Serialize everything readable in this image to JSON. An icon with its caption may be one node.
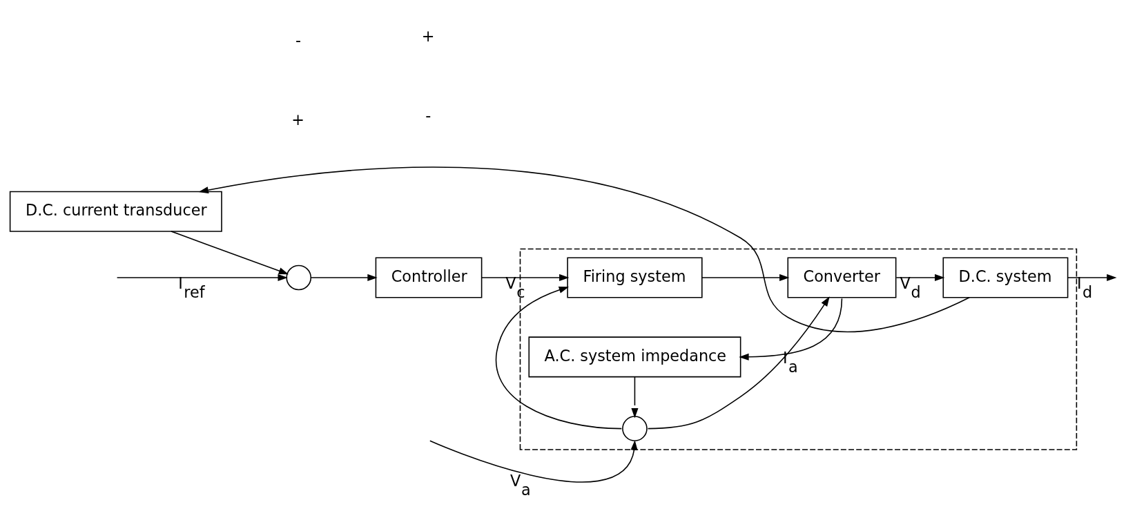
{
  "diagram": {
    "nodes": [
      {
        "text": [],
        "shape": "circle"
      },
      {
        "text": [
          "Controller"
        ]
      },
      {
        "text": [],
        "shape": "box"
      },
      {
        "text": [
          "Firing system"
        ],
        "in": 2
      },
      {
        "text": [
          "Converter"
        ],
        "in": 2
      },
      {
        "text": [
          "A.C. system impedance"
        ],
        "in": 2
      },
      {
        "text": [],
        "shape": "circle",
        "in": 2
      },
      {
        "text": [
          "D.C. system"
        ],
        "in": 2
      },
      {
        "text": [
          "D.C. current transducer"
        ]
      }
    ],
    "edges": [
      {
        "from": null,
        "to": 0,
        "arrow": "to",
        "label": "I$_{ref}$"
      },
      {
        "from": 0,
        "to": 1,
        "arrow": "to"
      },
      {
        "from": 1,
        "to": 3,
        "arrow": "to",
        "label": "V$_{c}$"
      },
      {
        "from": 3,
        "to": 4,
        "arrow": "to"
      },
      {
        "from": 4,
        "to": 7,
        "arrow": "to",
        "label": "V$_{d}$"
      },
      {
        "from": 7,
        "to": null,
        "arrow": "to",
        "label": "I$_{d}$"
      },
      {
        "from": 7,
        "to": 8,
        "arrow": "to"
      },
      {
        "from": 8,
        "to": 0,
        "arrow": "to"
      },
      {
        "from": 4,
        "to": 5,
        "arrow": "to",
        "label": "I$_{a}$"
      },
      {
        "from": 5,
        "to": 6,
        "arrow": "to"
      },
      {
        "from": null,
        "to": 6,
        "arrow": "to",
        "label": "V$_{a}$"
      },
      {
        "from": 6,
        "to": 3,
        "arrow": "to"
      },
      {
        "from": 6,
        "to": 4,
        "arrow": "to"
      }
    ],
    "labels": [
      "-",
      "+",
      "+",
      "-"
    ]
  }
}
